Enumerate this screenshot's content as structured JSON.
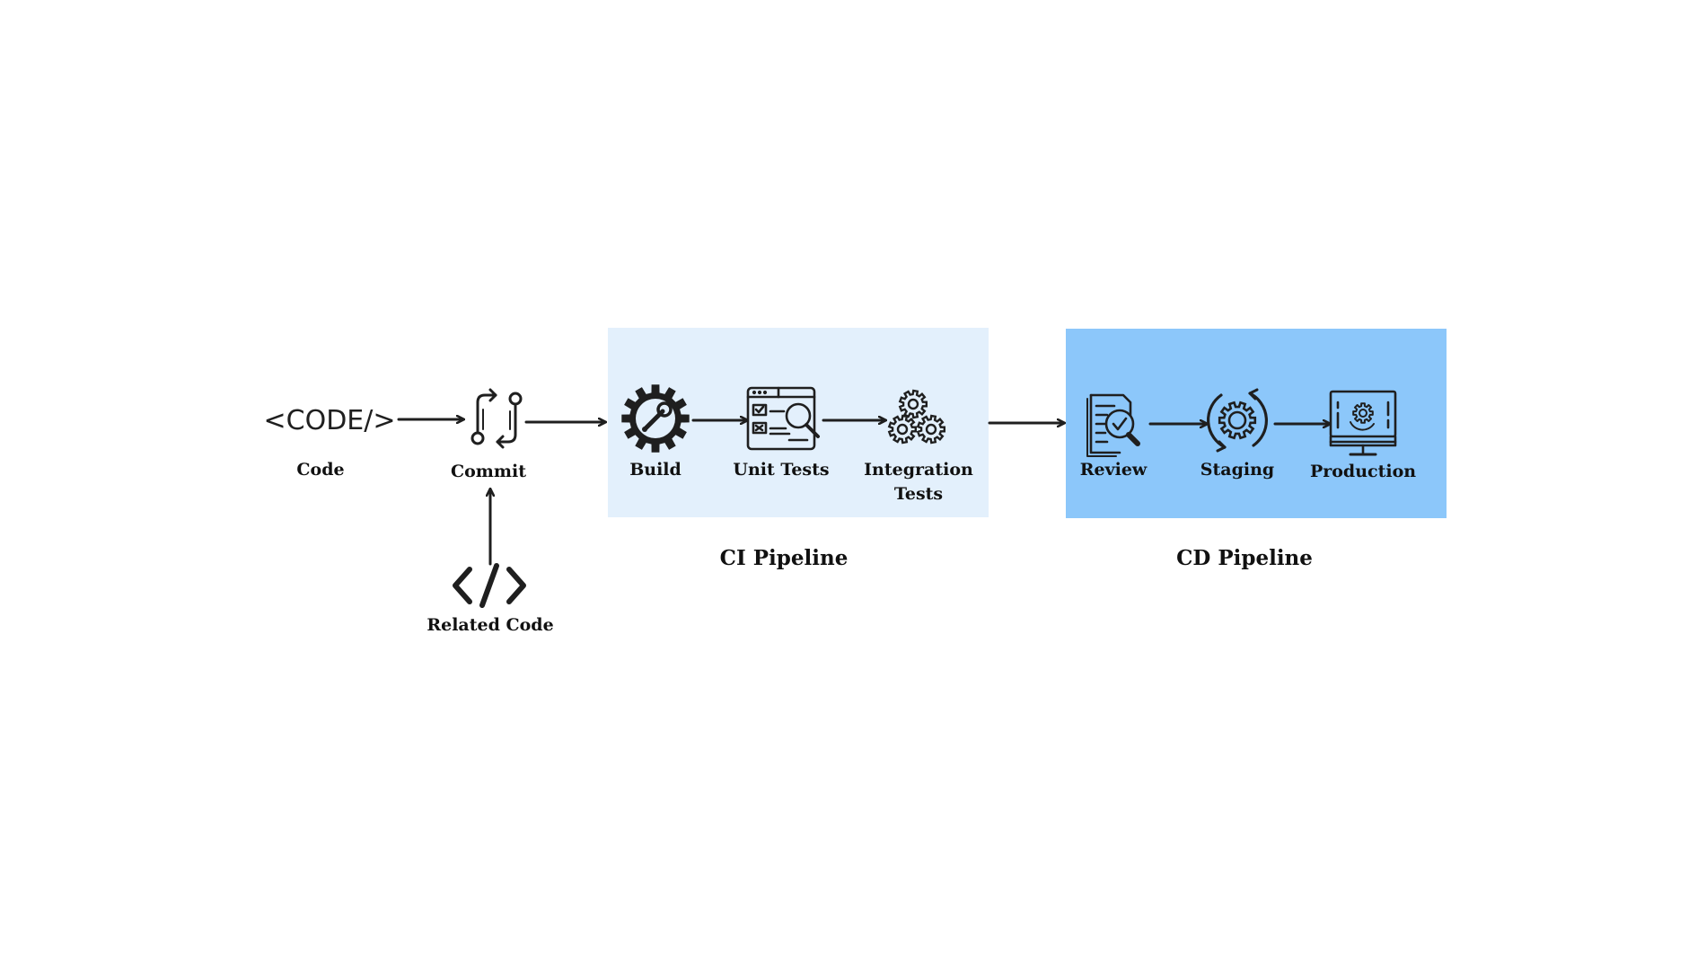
{
  "nodes": {
    "code": {
      "label": "Code",
      "icon": "code-tag-text-icon",
      "icon_text": "<CODE/>"
    },
    "commit": {
      "label": "Commit",
      "icon": "git-merge-icon"
    },
    "related_code": {
      "label": "Related Code",
      "icon": "code-brackets-icon"
    },
    "build": {
      "label": "Build",
      "icon": "gear-wrench-icon"
    },
    "unit_tests": {
      "label": "Unit Tests",
      "icon": "test-window-magnifier-icon"
    },
    "integration_tests": {
      "label": "Integration Tests",
      "icon": "gears-icon"
    },
    "review": {
      "label": "Review",
      "icon": "document-check-magnifier-icon"
    },
    "staging": {
      "label": "Staging",
      "icon": "gear-cycle-icon"
    },
    "production": {
      "label": "Production",
      "icon": "monitor-gear-icon"
    }
  },
  "groups": {
    "ci": {
      "title": "CI Pipeline",
      "color": "#e3f0fc"
    },
    "cd": {
      "title": "CD Pipeline",
      "color": "#8cc7fa"
    }
  },
  "colors": {
    "ink": "#1f1f1f",
    "background": "#ffffff"
  },
  "edges": [
    {
      "from": "code",
      "to": "commit"
    },
    {
      "from": "related_code",
      "to": "commit"
    },
    {
      "from": "commit",
      "to": "build"
    },
    {
      "from": "build",
      "to": "unit_tests"
    },
    {
      "from": "unit_tests",
      "to": "integration_tests"
    },
    {
      "from": "integration_tests",
      "to": "review"
    },
    {
      "from": "review",
      "to": "staging"
    },
    {
      "from": "staging",
      "to": "production"
    }
  ]
}
